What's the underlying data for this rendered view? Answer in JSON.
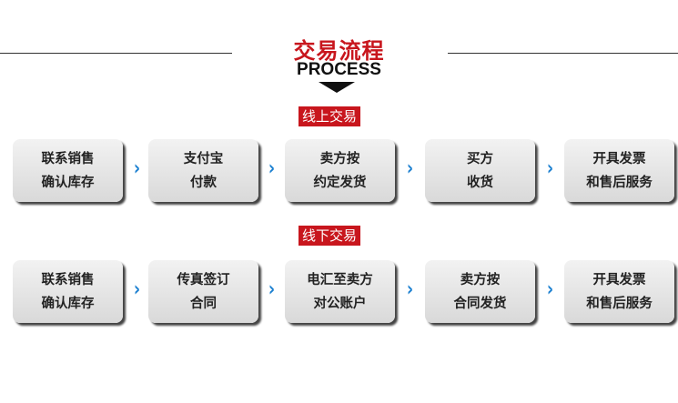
{
  "header": {
    "title": "交易流程",
    "subtitle": "PROCESS"
  },
  "online": {
    "label": "线上交易",
    "steps": [
      [
        "联系销售",
        "确认库存"
      ],
      [
        "支付宝",
        "付款"
      ],
      [
        "卖方按",
        "约定发货"
      ],
      [
        "买方",
        "收货"
      ],
      [
        "开具发票",
        "和售后服务"
      ]
    ]
  },
  "offline": {
    "label": "线下交易",
    "steps": [
      [
        "联系销售",
        "确认库存"
      ],
      [
        "传真签订",
        "合同"
      ],
      [
        "电汇至卖方",
        "对公账户"
      ],
      [
        "卖方按",
        "合同发货"
      ],
      [
        "开具发票",
        "和售后服务"
      ]
    ]
  },
  "arrow": "›"
}
